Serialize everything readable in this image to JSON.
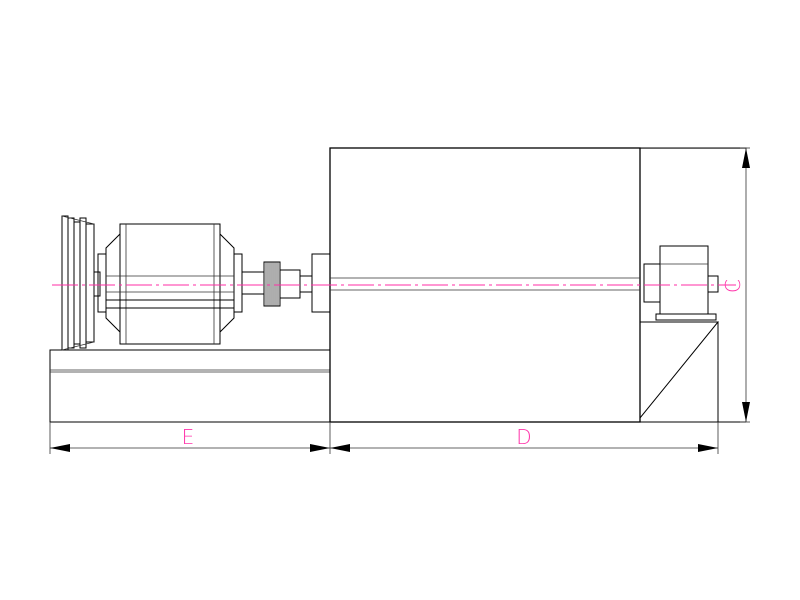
{
  "dimensions": {
    "E": "E",
    "D": "D",
    "C": "C"
  },
  "colors": {
    "lines": "#000000",
    "centerline": "#ff2ea6",
    "dimension_text": "#ff33aa"
  }
}
